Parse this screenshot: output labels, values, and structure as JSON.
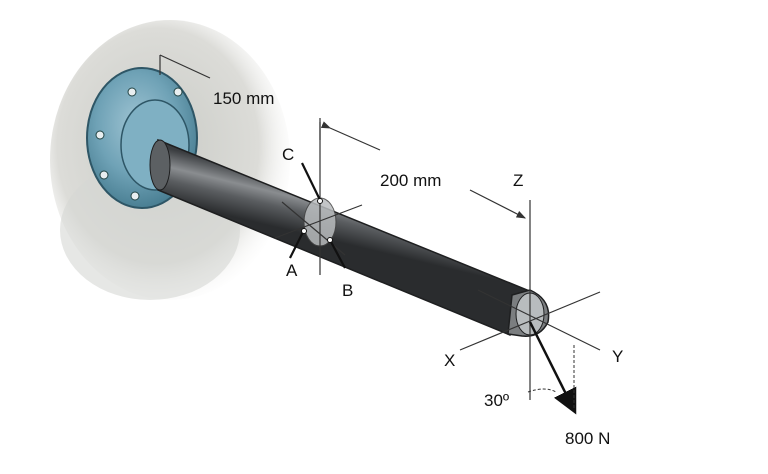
{
  "dimensions": {
    "d1": "150 mm",
    "d2": "200 mm"
  },
  "axes": {
    "z": "Z",
    "x": "X",
    "y": "Y"
  },
  "points": {
    "a": "A",
    "b": "B",
    "c": "C"
  },
  "load": {
    "magnitude": "800 N",
    "angle": "30º"
  }
}
